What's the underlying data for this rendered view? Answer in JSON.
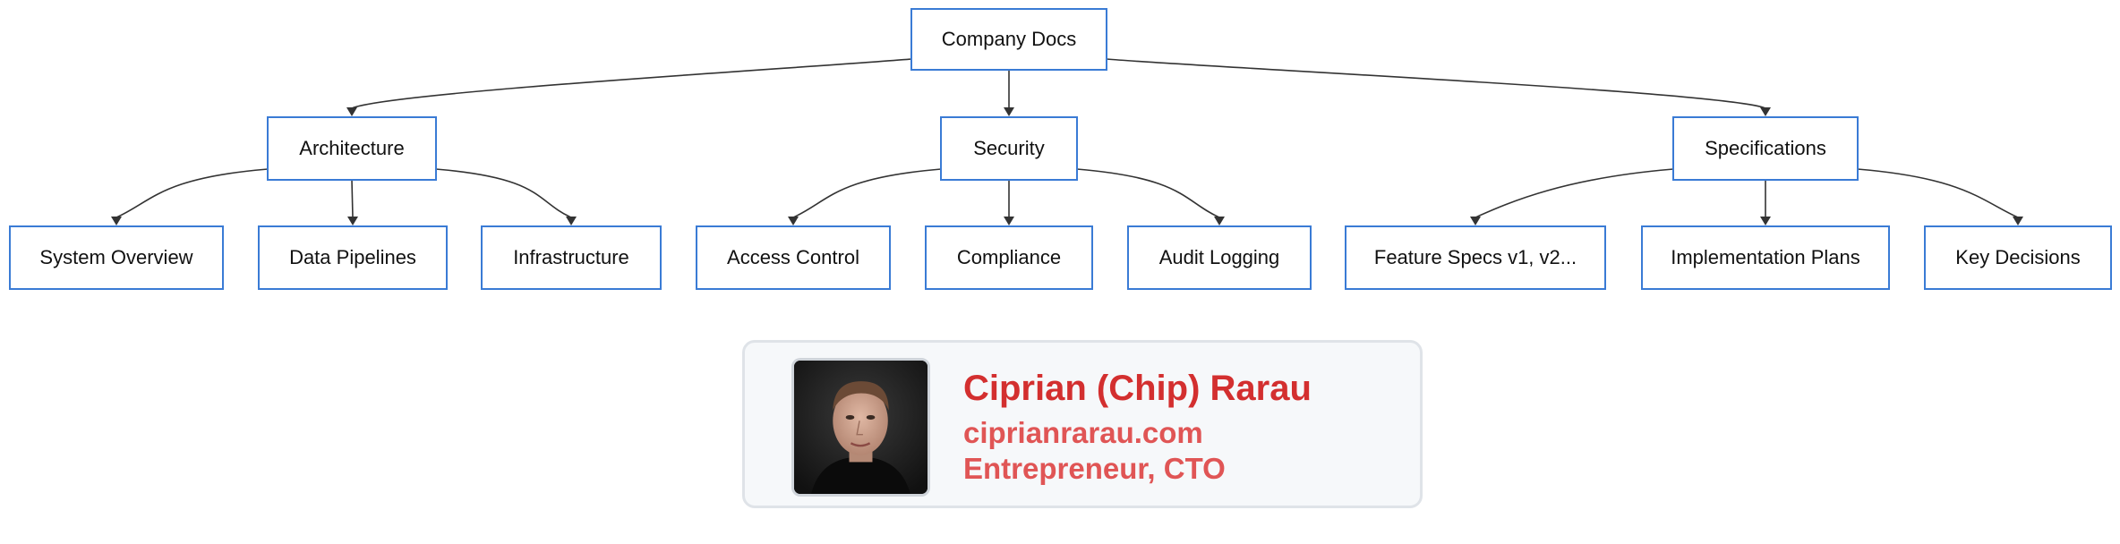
{
  "diagram": {
    "nodes": [
      {
        "id": "root",
        "label": "Company Docs",
        "fill": "#f9d5e5",
        "stroke": "#333333",
        "style": "highlight"
      },
      {
        "id": "arch",
        "label": "Architecture",
        "parent": "root"
      },
      {
        "id": "sec",
        "label": "Security",
        "parent": "root"
      },
      {
        "id": "spec",
        "label": "Specifications",
        "parent": "root",
        "fill": "#90ee90",
        "stroke": "#333333",
        "style": "highlight"
      },
      {
        "id": "sysov",
        "label": "System Overview",
        "parent": "arch"
      },
      {
        "id": "datapipe",
        "label": "Data Pipelines",
        "parent": "arch"
      },
      {
        "id": "infra",
        "label": "Infrastructure",
        "parent": "arch"
      },
      {
        "id": "access",
        "label": "Access Control",
        "parent": "sec"
      },
      {
        "id": "compliance",
        "label": "Compliance",
        "parent": "sec"
      },
      {
        "id": "audit",
        "label": "Audit Logging",
        "parent": "sec"
      },
      {
        "id": "featspecs",
        "label": "Feature Specs v1, v2...",
        "parent": "spec"
      },
      {
        "id": "implplans",
        "label": "Implementation Plans",
        "parent": "spec"
      },
      {
        "id": "keydec",
        "label": "Key Decisions",
        "parent": "spec"
      }
    ],
    "default_fill": "#ffffff",
    "default_stroke": "#3a7bd5",
    "edge_color": "#333333"
  },
  "card": {
    "name": "Ciprian (Chip) Rarau",
    "website": "ciprianrarau.com",
    "role": "Entrepreneur, CTO",
    "name_color": "#d32f2f",
    "text_color": "#e05555",
    "background": "#f6f8fa"
  }
}
